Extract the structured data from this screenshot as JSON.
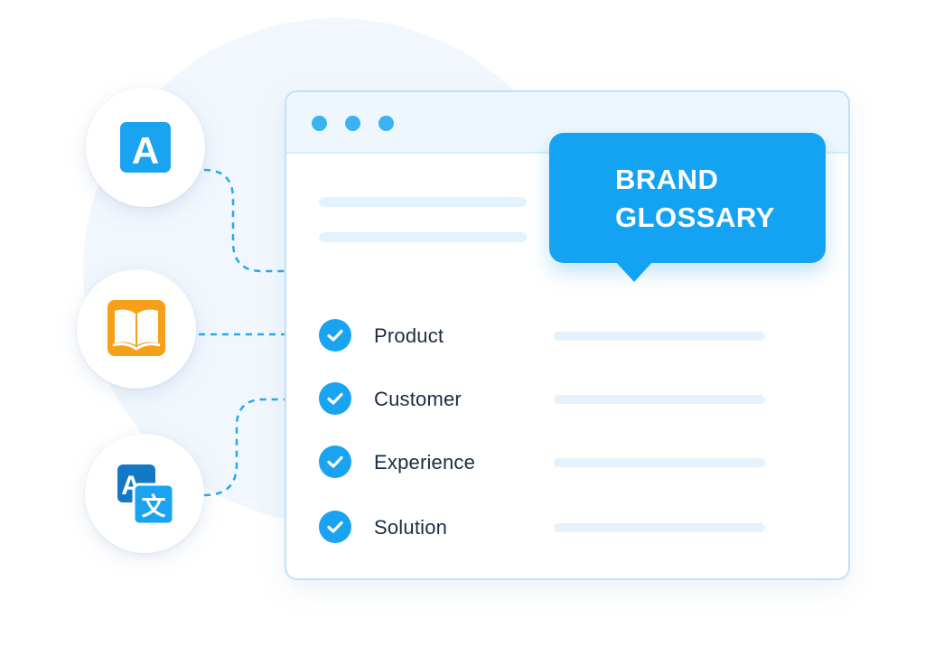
{
  "callout": {
    "line1": "BRAND",
    "line2": "GLOSSARY"
  },
  "terms": [
    {
      "label": "Product"
    },
    {
      "label": "Customer"
    },
    {
      "label": "Experience"
    },
    {
      "label": "Solution"
    }
  ],
  "icons": [
    {
      "name": "letter-a-icon",
      "letter": "A"
    },
    {
      "name": "open-book-icon"
    },
    {
      "name": "translate-icon",
      "letter1": "A",
      "letter2": "文"
    }
  ],
  "colors": {
    "accent": "#14a3f2",
    "check": "#1aa3f0",
    "book": "#f6a01a",
    "translate_dark": "#1479c4",
    "translate_light": "#1aa3f0",
    "window_border": "#bfe2f8",
    "placeholder": "#e3f2fc",
    "text": "#1b2b45"
  }
}
